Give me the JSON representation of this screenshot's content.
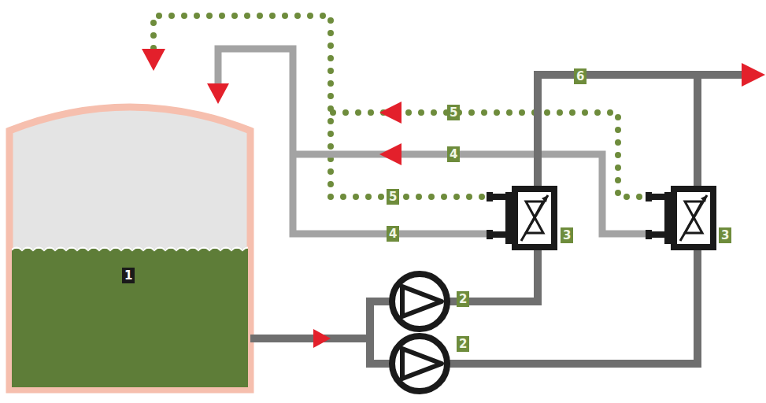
{
  "diagram": {
    "labels": [
      "6",
      "5",
      "4",
      "5",
      "4",
      "3",
      "3",
      "1",
      "2",
      "2"
    ]
  }
}
